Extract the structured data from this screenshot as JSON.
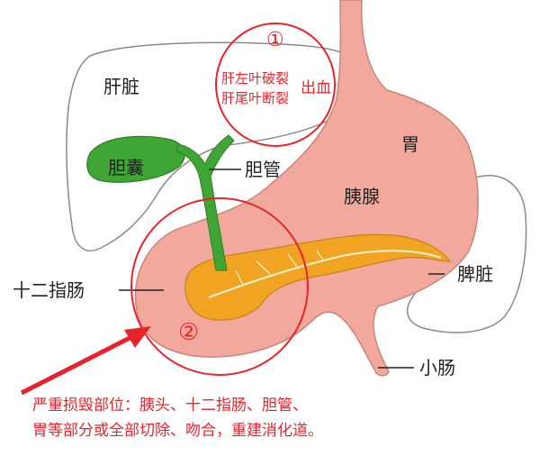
{
  "labels": {
    "liver": "肝脏",
    "gallbladder": "胆囊",
    "bile_duct": "胆管",
    "stomach": "胃",
    "pancreas": "胰腺",
    "duodenum": "十二指肠",
    "spleen": "脾脏",
    "small_intestine": "小肠"
  },
  "markers": {
    "marker1": {
      "number": "①",
      "line1": "肝左叶破裂",
      "line2": "肝尾叶断裂",
      "tag": "出血"
    },
    "marker2": {
      "number": "②"
    }
  },
  "note": {
    "line1": "严重损毁部位：胰头、十二指肠、胆管、",
    "line2": "胃等部分或全部切除、吻合，重建消化道。"
  },
  "colors": {
    "highlight": "#e8232b",
    "stomach": "#f2a89c",
    "pancreas": "#f1a322",
    "gallbladder": "#3fa535",
    "outline": "#8a8a8a"
  }
}
